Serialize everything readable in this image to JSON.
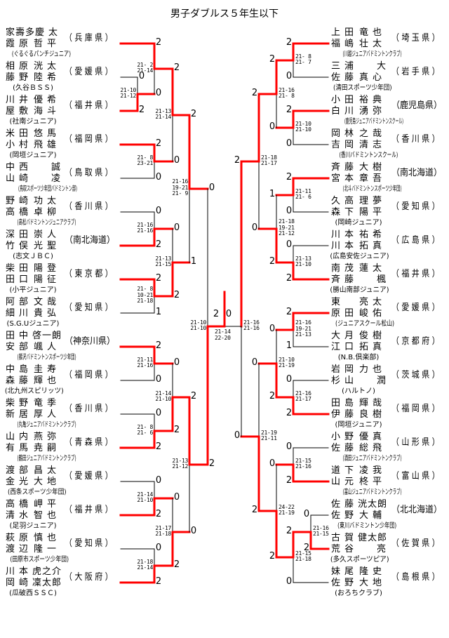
{
  "title": "男子ダブルス５年生以下",
  "colors": {
    "winner_line": "#ff0000",
    "line": "#000000"
  },
  "left_teams": [
    {
      "players": [
        [
          "家壽多",
          "慶太"
        ],
        [
          "霞原",
          "哲平"
        ]
      ],
      "club": "(ぐるぐるパンチジュニア)",
      "pref": "（兵庫県）"
    },
    {
      "players": [
        [
          "相原",
          "洸太"
        ],
        [
          "藤野",
          "陸希"
        ]
      ],
      "club": "(久谷ＢＳＳ)",
      "pref": "（愛媛県）"
    },
    {
      "players": [
        [
          "川井",
          "優希"
        ],
        [
          "屋敷",
          "海斗"
        ]
      ],
      "club": "(社南ジュニア)",
      "pref": "（福井県）"
    },
    {
      "players": [
        [
          "米田",
          "悠馬"
        ],
        [
          "小村",
          "飛雄"
        ]
      ],
      "club": "(岡垣ジュニア)",
      "pref": "（福岡県）"
    },
    {
      "players": [
        [
          "中西",
          "誠"
        ],
        [
          "山崎",
          "凌"
        ]
      ],
      "club": "(鳥取スポーツ少年団バドミントン部)",
      "pref": "（鳥取県）"
    },
    {
      "players": [
        [
          "野崎",
          "功太"
        ],
        [
          "高橋",
          "卓柳"
        ]
      ],
      "club": "(高松バドミントンジュニアクラブ)",
      "pref": "（香川県）"
    },
    {
      "players": [
        [
          "深田",
          "崇人"
        ],
        [
          "竹俣",
          "光聖"
        ]
      ],
      "club": "(志文ＪＢＣ)",
      "pref": "（南北海道）"
    },
    {
      "players": [
        [
          "柴田",
          "陽登"
        ],
        [
          "田口",
          "陽征"
        ]
      ],
      "club": "(小平ジュニア)",
      "pref": "（東京都）"
    },
    {
      "players": [
        [
          "阿部",
          "文哉"
        ],
        [
          "細川",
          "貴弘"
        ]
      ],
      "club": "(S.G.Uジュニア)",
      "pref": "（愛知県）"
    },
    {
      "players": [
        [
          "田中",
          "啓一朗"
        ],
        [
          "安部",
          "颯人"
        ]
      ],
      "club": "(藤沢バドミントンスポーツ少年団)",
      "pref": "（神奈川県）"
    },
    {
      "players": [
        [
          "中島",
          "圭寿"
        ],
        [
          "森藤",
          "輝也"
        ]
      ],
      "club": "(北九州スピリッツ)",
      "pref": "（福岡県）"
    },
    {
      "players": [
        [
          "柴野",
          "竜季"
        ],
        [
          "新居",
          "厚人"
        ]
      ],
      "club": "(丸亀ジュニアバドミントンクラブ)",
      "pref": "（香川県）"
    },
    {
      "players": [
        [
          "山内",
          "燕弥"
        ],
        [
          "有馬",
          "尭嗣"
        ]
      ],
      "club": "(鶴田ジュニアバドミントンクラブ)",
      "pref": "（青森県）"
    },
    {
      "players": [
        [
          "渡部",
          "昌太"
        ],
        [
          "金光",
          "大地"
        ]
      ],
      "club": "(西条スポーツ少年団)",
      "pref": "（愛媛県）"
    },
    {
      "players": [
        [
          "高橋",
          "岬平"
        ],
        [
          "清水",
          "智也"
        ]
      ],
      "club": "(足羽ジュニア)",
      "pref": "（福井県）"
    },
    {
      "players": [
        [
          "萩原",
          "慎也"
        ],
        [
          "渡辺",
          "隆一"
        ]
      ],
      "club": "(田原市スポーツ少年団)",
      "pref": "（愛知県）"
    },
    {
      "players": [
        [
          "川本",
          "虎之介"
        ],
        [
          "岡崎",
          "凜太郎"
        ]
      ],
      "club": "(瓜破西ＳＳＣ)",
      "pref": "（大阪府）"
    }
  ],
  "right_teams": [
    {
      "players": [
        [
          "上田",
          "竜也"
        ],
        [
          "福嶋",
          "壮太"
        ]
      ],
      "club": "(川越ジュニアバドミントンクラブ)",
      "pref": "（埼玉県）"
    },
    {
      "players": [
        [
          "三浦",
          "大"
        ],
        [
          "佐藤",
          "真心"
        ]
      ],
      "club": "(清田スポーツ少年団)",
      "pref": "（岩手県）"
    },
    {
      "players": [
        [
          "小田",
          "裕典"
        ],
        [
          "白川",
          "湧弥"
        ]
      ],
      "club": "(鹿児島ジュニアバドミントンスクール)",
      "pref": "（鹿児島県）"
    },
    {
      "players": [
        [
          "岡林",
          "之哉"
        ],
        [
          "吉岡",
          "清志"
        ]
      ],
      "club": "(香川バドミントンスクール)",
      "pref": "（香川県）"
    },
    {
      "players": [
        [
          "斉藤",
          "大樹"
        ],
        [
          "宮本",
          "章吾"
        ]
      ],
      "club": "(北斗バドミントンスポーツ少年団)",
      "pref": "（南北海道）"
    },
    {
      "players": [
        [
          "久高",
          "理夢"
        ],
        [
          "森下",
          "陽平"
        ]
      ],
      "club": "(岡崎ジュニア)",
      "pref": "（愛知県）"
    },
    {
      "players": [
        [
          "川本",
          "祐希"
        ],
        [
          "川本",
          "拓真"
        ]
      ],
      "club": "(広島安佐ジュニア)",
      "pref": "（広島県）"
    },
    {
      "players": [
        [
          "南茂",
          "蓮太"
        ],
        [
          "斉藤",
          "楓"
        ]
      ],
      "club": "(勝山南部ジュニア)",
      "pref": "（福井県）"
    },
    {
      "players": [
        [
          "東",
          "亮太"
        ],
        [
          "原田",
          "峻佑"
        ]
      ],
      "club": "(ジュニアスクール松山)",
      "pref": "（愛媛県）"
    },
    {
      "players": [
        [
          "大月",
          "俊樹"
        ],
        [
          "江口",
          "拓真"
        ]
      ],
      "club": "(N.B.倶楽部)",
      "pref": "（京都府）"
    },
    {
      "players": [
        [
          "岩岡",
          "力也"
        ],
        [
          "杉山",
          "潤"
        ]
      ],
      "club": "(ハルトノ)",
      "pref": "（茨城県）"
    },
    {
      "players": [
        [
          "田島",
          "輝哉"
        ],
        [
          "伊藤",
          "良樹"
        ]
      ],
      "club": "(岡垣ジュニア)",
      "pref": "（福岡県）"
    },
    {
      "players": [
        [
          "小野",
          "優真"
        ],
        [
          "佐藤",
          "総飛"
        ]
      ],
      "club": "(酒田ジュニアバドミントンクラブ)",
      "pref": "（山形県）"
    },
    {
      "players": [
        [
          "道下",
          "凌我"
        ],
        [
          "山元",
          "柊平"
        ]
      ],
      "club": "(富山ジュニアバドミントンクラブ)",
      "pref": "（富山県）"
    },
    {
      "players": [
        [
          "佐藤",
          "洸太朗"
        ],
        [
          "佐野",
          "大輔"
        ]
      ],
      "club": "(東川バドミントン少年団)",
      "pref": "（北北海道）"
    },
    {
      "players": [
        [
          "古賀",
          "健太郎"
        ],
        [
          "荒谷",
          "亮"
        ]
      ],
      "club": "(多久スポーツピア)",
      "pref": "（佐賀県）"
    },
    {
      "players": [
        [
          "妹尾",
          "隆史"
        ],
        [
          "佐野",
          "大地"
        ]
      ],
      "club": "(おろちクラブ)",
      "pref": "（島根県）"
    }
  ],
  "matches": {
    "L1": {
      "scores": [
        "0",
        "2"
      ],
      "games": [
        "21-10",
        "21-12"
      ]
    },
    "L2": {
      "scores": [
        "2",
        "0"
      ],
      "games": [
        "21- 2",
        "21-14"
      ]
    },
    "L3": {
      "scores": [
        "2",
        "0"
      ],
      "games": [
        "21- 8",
        "23-21"
      ]
    },
    "L4": {
      "scores": [
        "2",
        "0"
      ],
      "games": [
        "21-13",
        "21-14"
      ]
    },
    "L5": {
      "scores": [
        "0",
        "2"
      ],
      "games": [
        "21-16",
        "21-16"
      ]
    },
    "L6": {
      "scores": [
        "2",
        "1"
      ],
      "games": [
        "21- 8",
        "10-21",
        "21-18"
      ]
    },
    "L7": {
      "scores": [
        "0",
        "2"
      ],
      "games": [
        "21-13",
        "21-15"
      ]
    },
    "L8": {
      "scores": [
        "2",
        "1"
      ],
      "games": [
        "21-16",
        "19-21",
        "21- 9"
      ]
    },
    "L9": {
      "scores": [
        "0",
        "2"
      ],
      "games": [
        "21-10",
        "21-10"
      ]
    },
    "L10": {
      "scores": [
        "2",
        "0"
      ],
      "games": [
        "21-11",
        "21-16"
      ]
    },
    "L11": {
      "scores": [
        "0",
        "2"
      ],
      "games": [
        "21- 8",
        "21- 6"
      ]
    },
    "L12": {
      "scores": [
        "0",
        "2"
      ],
      "games": [
        "21-14",
        "21-10"
      ]
    },
    "L13": {
      "scores": [
        "0",
        "2"
      ],
      "games": [
        "21-14",
        "21-10"
      ]
    },
    "L14": {
      "scores": [
        "0",
        "2"
      ],
      "games": [
        "21-18",
        "21-14"
      ]
    },
    "L15": {
      "scores": [
        "0",
        "2"
      ],
      "games": [
        "21-17",
        "21-18"
      ]
    },
    "L16": {
      "scores": [
        "2",
        "0"
      ],
      "games": [
        "21-13",
        "21-12"
      ]
    },
    "R1": {
      "scores": [
        "2",
        "0"
      ],
      "games": [
        "21- 8",
        "21- 7"
      ]
    },
    "R2": {
      "scores": [
        "2",
        "0"
      ],
      "games": [
        "21-10",
        "21-10"
      ]
    },
    "R3": {
      "scores": [
        "2",
        "0"
      ],
      "games": [
        "21-16",
        "21- 8"
      ]
    },
    "R4": {
      "scores": [
        "2",
        "0"
      ],
      "games": [
        "21-11",
        "21- 6"
      ]
    },
    "R5": {
      "scores": [
        "0",
        "2"
      ],
      "games": [
        "21-13",
        "21-10"
      ]
    },
    "R6": {
      "scores": [
        "1",
        "2"
      ],
      "games": [
        "21-18",
        "19-21",
        "21-12"
      ]
    },
    "R7": {
      "scores": [
        "2",
        "0"
      ],
      "games": [
        "21-18",
        "21-17"
      ]
    },
    "R8": {
      "scores": [
        "2",
        "1"
      ],
      "games": [
        "21-16",
        "19-21",
        "21-13"
      ]
    },
    "R9": {
      "scores": [
        "0",
        "2"
      ],
      "games": [
        "21-16",
        "21-17"
      ]
    },
    "R10": {
      "scores": [
        "0",
        "2"
      ],
      "games": [
        "21-10",
        "21-19"
      ]
    },
    "R11": {
      "scores": [
        "0",
        "2"
      ],
      "games": [
        "21-15",
        "21-16"
      ]
    },
    "R12": {
      "scores": [
        "0",
        "2"
      ],
      "games": [
        "21-16",
        "21-15"
      ]
    },
    "R13": {
      "scores": [
        "2",
        "0"
      ],
      "games": [
        "21-15",
        "21-18"
      ]
    },
    "R14": {
      "scores": [
        "0",
        "2"
      ],
      "games": [
        "24-22",
        "21-19"
      ]
    },
    "R15": {
      "scores": [
        "0",
        "2"
      ],
      "games": [
        "21-19",
        "21-11"
      ]
    },
    "R16": {
      "scores": [
        "2",
        "0"
      ],
      "games": [
        "21-16",
        "21-16"
      ]
    }
  },
  "final": {
    "scores": [
      "2",
      "0"
    ],
    "games": [
      "21-14",
      "22-20"
    ]
  }
}
